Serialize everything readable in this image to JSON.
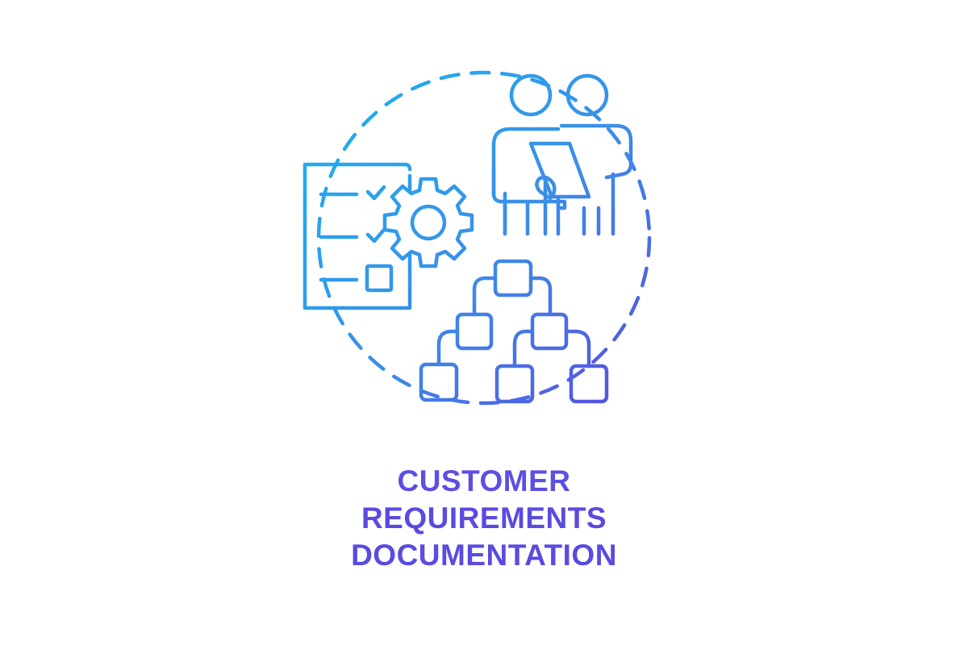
{
  "caption": {
    "lines": [
      "CUSTOMER",
      "REQUIREMENTS",
      "DOCUMENTATION"
    ]
  },
  "icons": [
    "dashed-circle-icon",
    "checklist-document-icon",
    "gear-icon",
    "two-people-icon",
    "clipboard-icon",
    "hierarchy-chart-icon"
  ],
  "colors": {
    "gradient_start": "#19b6ef",
    "gradient_mid": "#3c8de8",
    "gradient_end": "#5a4bdf",
    "caption_text": "#5a4be0",
    "background": "#ffffff"
  }
}
